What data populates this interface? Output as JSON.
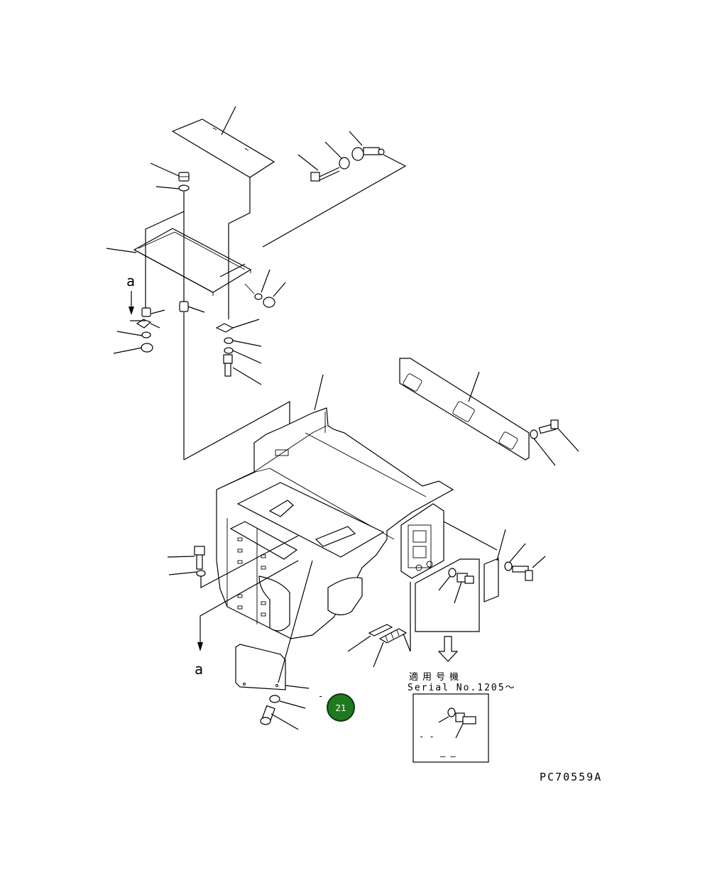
{
  "diagram": {
    "view_label_top": "a",
    "view_label_bottom": "a",
    "applicable_label": "適用号機",
    "serial_label": "Serial No.1205～",
    "figure_code": "PC70559A",
    "page_badge": "21",
    "badge_color": "#1f7a1f",
    "inset_dash_left": "- -",
    "inset_dash_bottom": "– –"
  }
}
